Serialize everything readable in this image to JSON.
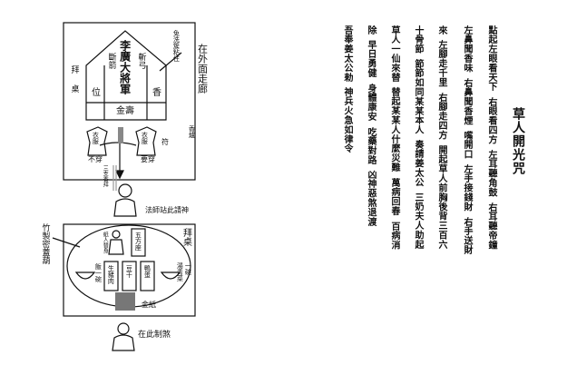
{
  "incantation": {
    "title": "草人開光咒",
    "columns": [
      [
        "點起左眼看天下",
        "右眼看四方",
        "左耳聽角鼓",
        "右耳聽帝鐘"
      ],
      [
        "左鼻聞香味",
        "右鼻聞香煙",
        "嘴開口",
        "左手接錢財",
        "右手送財"
      ],
      [
        "來",
        "左腳走千里",
        "右腳走四方",
        "開起草人前胸後背三百六"
      ],
      [
        "十骨節",
        "節節如同某某本人",
        "奏請姜太公",
        "三奶夫人助起"
      ],
      [
        "草人一仙來替",
        "替起某某人什麼災難",
        "萬病回春",
        "百病消"
      ],
      [
        "除",
        "早日勇健",
        "身體康安",
        "吃藥對路",
        "凶神惡煞退渡"
      ],
      [
        "吾奉姜太公勑",
        "神兵火急如律令"
      ]
    ]
  },
  "upper_diagram": {
    "general_name": "李廣大將軍",
    "left_small": "斷箭",
    "right_small": "斬弓",
    "left_cell": "位",
    "right_cell": "香",
    "bottom_cell": "金壽",
    "note": "免洗簇粘住",
    "outside": "在外面走廊",
    "table": "拜桌",
    "clothes_left": "衣服",
    "clothes_right": "衣服",
    "not_wear": "不穿",
    "wear": "要穿",
    "talisman": "符",
    "incense_burner": "香爐",
    "incense": "三支香拜",
    "priest_caption": "法師站此請神"
  },
  "lower_diagram": {
    "cover": "竹製密蓋葫",
    "table": "拜桌",
    "paper_figure": "紙人替身",
    "five_seat": "五方座",
    "pork": "生豬肉",
    "tofu": "豆干",
    "egg": "鴨蛋",
    "rice": "飯一碗",
    "veg_bowl": "一碗",
    "veg": "湯青菜",
    "gold_paper": "金紙",
    "priest_caption": "在此制煞"
  }
}
